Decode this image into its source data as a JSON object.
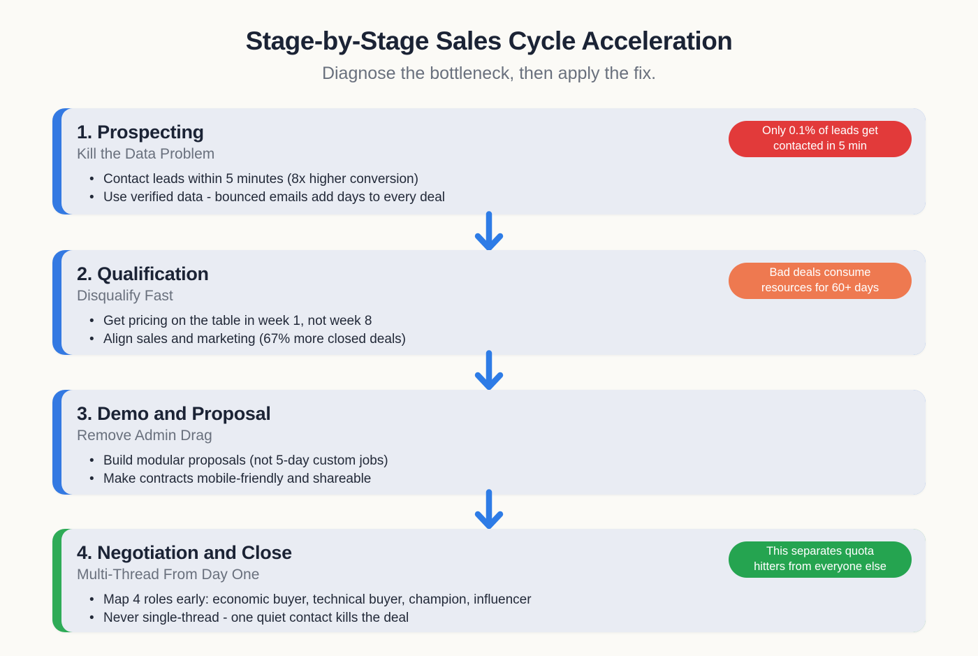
{
  "header": {
    "title": "Stage-by-Stage Sales Cycle Acceleration",
    "subtitle": "Diagnose the bottleneck, then apply the fix."
  },
  "colors": {
    "page_bg": "#fbfaf6",
    "card_bg": "#e9ecf3",
    "title_navy": "#1b2335",
    "subtitle_gray": "#69707d",
    "arrow_blue": "#2e7ce6",
    "accent_blue": "#3379e2",
    "accent_green": "#2eab57",
    "badge_red": "#e23a3a",
    "badge_orange": "#ee7950",
    "badge_green": "#25a450"
  },
  "stages": [
    {
      "title": "1. Prospecting",
      "subtitle": "Kill the Data Problem",
      "bullets": [
        "Contact leads within 5 minutes (8x higher conversion)",
        "Use verified data - bounced emails add days to every deal"
      ],
      "accent_color": "#3379e2",
      "badge": {
        "line1": "Only 0.1% of leads get",
        "line2": "contacted in 5 min",
        "color": "#e23a3a"
      }
    },
    {
      "title": "2. Qualification",
      "subtitle": "Disqualify Fast",
      "bullets": [
        "Get pricing on the table in week 1, not week 8",
        "Align sales and marketing (67% more closed deals)"
      ],
      "accent_color": "#3379e2",
      "badge": {
        "line1": "Bad deals consume",
        "line2": "resources for 60+ days",
        "color": "#ee7950"
      }
    },
    {
      "title": "3. Demo and Proposal",
      "subtitle": "Remove Admin Drag",
      "bullets": [
        "Build modular proposals (not 5-day custom jobs)",
        "Make contracts mobile-friendly and shareable"
      ],
      "accent_color": "#3379e2"
    },
    {
      "title": "4. Negotiation and Close",
      "subtitle": "Multi-Thread From Day One",
      "bullets": [
        "Map 4 roles early: economic buyer, technical buyer, champion, influencer",
        "Never single-thread - one quiet contact kills the deal"
      ],
      "accent_color": "#2eab57",
      "badge": {
        "line1": "This separates quota",
        "line2": "hitters from everyone else",
        "color": "#25a450"
      }
    }
  ]
}
